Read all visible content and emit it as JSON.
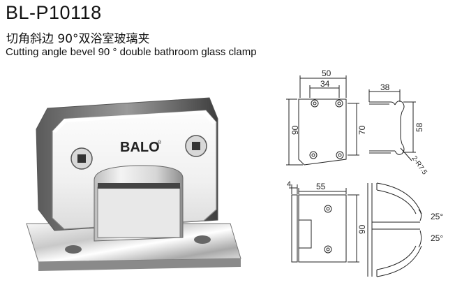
{
  "product": {
    "code": "BL-P10118",
    "title_cn": "切角斜边 90°双浴室玻璃夹",
    "title_en": "Cutting angle bevel 90 ° double bathroom glass clamp",
    "brand": "BALO",
    "brand_mark": "®"
  },
  "drawings": {
    "front_view": {
      "width_outer": "50",
      "width_inner": "34",
      "height_outer": "90",
      "height_inner": "70"
    },
    "side_view": {
      "depth": "38",
      "height": "58",
      "radius": "2-R7.5"
    },
    "plan_view": {
      "thickness": "4",
      "width": "55",
      "height": "90"
    },
    "top_view": {
      "angle_top": "25°",
      "angle_bottom": "25°"
    }
  }
}
